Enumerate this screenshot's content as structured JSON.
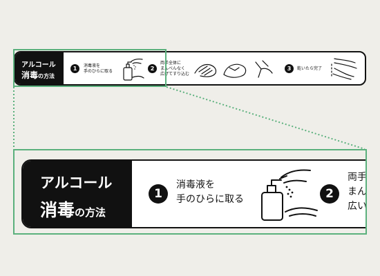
{
  "title": {
    "line1": "アルコール",
    "line2_main": "消毒",
    "line2_suffix": "の方法"
  },
  "steps": [
    {
      "number": "1",
      "line1": "消毒液を",
      "line2": "手のひらに取る",
      "icon": "hand-pump-bottle-icon"
    },
    {
      "number": "2",
      "line1": "両手全体に",
      "line2": "まんべんなく",
      "line3": "広げてすり込む",
      "icon": "rubbing-hands-icon"
    },
    {
      "number": "3",
      "line1": "乾いたら完了",
      "icon": "drying-hands-icon"
    }
  ],
  "zoom": {
    "step2_line1": "両手",
    "step2_line2": "まん",
    "step2_line3": "広い"
  },
  "colors": {
    "highlight": "#5ab07c",
    "dark": "#111111",
    "background": "#efeee9"
  }
}
